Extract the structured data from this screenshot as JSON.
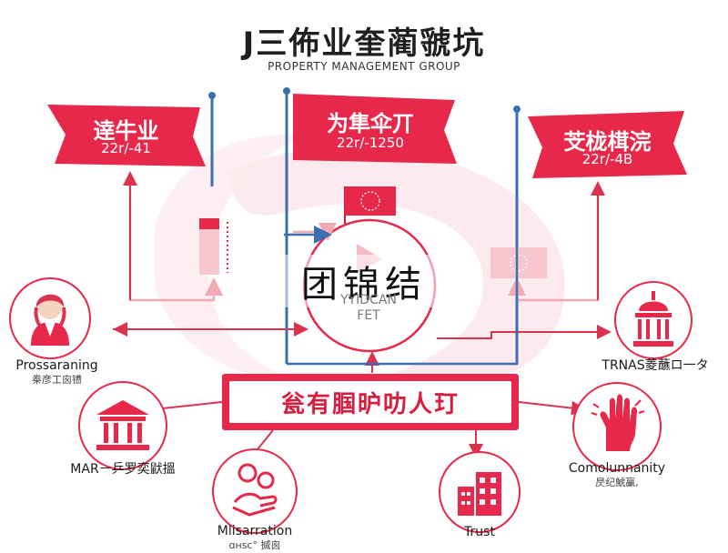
{
  "header": {
    "title": "J三佈业奎蔺虢坑",
    "subtitle": "PROPERTY MANAGEMENT GROUP"
  },
  "flags": [
    {
      "line1": "逹牛业",
      "line2": "22r/-41"
    },
    {
      "line1": "为隼伞丌",
      "line2": "22r/-1250"
    },
    {
      "line1": "芠栊榵浣",
      "line2": "22r/-4B"
    }
  ],
  "center": {
    "overlay_text": "团锦结",
    "line1": "YYIDCAN",
    "line2": "FET"
  },
  "banner": {
    "text": "瓮有腘昈叻人玎"
  },
  "nodes": {
    "left_top": {
      "label": "Prossaraning",
      "sub": "桊彦工囪镄"
    },
    "left_mid": {
      "label": "MAR－乒罗奕鼣搵"
    },
    "bottom_left": {
      "label": "Mlisarration",
      "sub": "ɑнsc°  搣囪"
    },
    "bottom_center": {
      "label": "Trust"
    },
    "right_top": {
      "label": "TRNAS菱蘸ロ一タ"
    },
    "right_mid": {
      "label": "Comolunnanity",
      "sub": "昃纪鯱臝,"
    }
  },
  "colors": {
    "primary_red": "#e8284a",
    "blue_line": "#3a6fb0",
    "pink_line": "#f2a9b6",
    "soft_pink": "#fbe3e8"
  },
  "icons": [
    "person-icon",
    "bank-building-icon",
    "hand-coins-icon",
    "city-buildings-icon",
    "hand-signal-icon",
    "capitol-dome-icon"
  ]
}
